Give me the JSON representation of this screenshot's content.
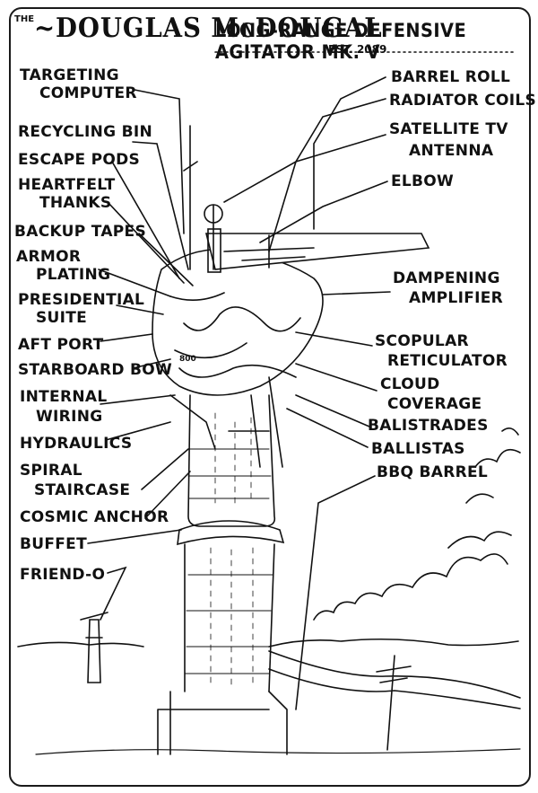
{
  "title": {
    "prefix": "THE",
    "name": "~DOUGLAS McDOUGAL",
    "subtitle": "LONG-RANGE DEFENSIVE AGITATOR MK. V",
    "est": "EST. 2089"
  },
  "left_labels": [
    {
      "id": "targeting",
      "text": "TARGETING"
    },
    {
      "id": "computer",
      "text": "COMPUTER"
    },
    {
      "id": "recycling",
      "text": "RECYCLING BIN"
    },
    {
      "id": "escape",
      "text": "ESCAPE PODS"
    },
    {
      "id": "heartfelt",
      "text": "HEARTFELT"
    },
    {
      "id": "thanks",
      "text": "THANKS"
    },
    {
      "id": "backup",
      "text": "BACKUP TAPES"
    },
    {
      "id": "armor",
      "text": "ARMOR"
    },
    {
      "id": "plating",
      "text": "PLATING"
    },
    {
      "id": "presidential",
      "text": "PRESIDENTIAL"
    },
    {
      "id": "suite",
      "text": "SUITE"
    },
    {
      "id": "aft",
      "text": "AFT PORT"
    },
    {
      "id": "starboard",
      "text": "STARBOARD BOW"
    },
    {
      "id": "internal",
      "text": "INTERNAL"
    },
    {
      "id": "wiring",
      "text": "WIRING"
    },
    {
      "id": "hydraulics",
      "text": "HYDRAULICS"
    },
    {
      "id": "spiral",
      "text": "SPIRAL"
    },
    {
      "id": "staircase",
      "text": "STAIRCASE"
    },
    {
      "id": "cosmic",
      "text": "COSMIC ANCHOR"
    },
    {
      "id": "buffet",
      "text": "BUFFET"
    },
    {
      "id": "friendo",
      "text": "FRIEND-O"
    }
  ],
  "right_labels": [
    {
      "id": "barrel",
      "text": "BARREL ROLL"
    },
    {
      "id": "radiator",
      "text": "RADIATOR COILS"
    },
    {
      "id": "satellite",
      "text": "SATELLITE TV"
    },
    {
      "id": "antenna",
      "text": "ANTENNA"
    },
    {
      "id": "elbow",
      "text": "ELBOW"
    },
    {
      "id": "dampening",
      "text": "DAMPENING"
    },
    {
      "id": "amplifier",
      "text": "AMPLIFIER"
    },
    {
      "id": "scopular",
      "text": "SCOPULAR"
    },
    {
      "id": "reticulator",
      "text": "RETICULATOR"
    },
    {
      "id": "cloud",
      "text": "CLOUD"
    },
    {
      "id": "coverage",
      "text": "COVERAGE"
    },
    {
      "id": "balistrades",
      "text": "BALISTRADES"
    },
    {
      "id": "ballistas",
      "text": "BALLISTAS"
    },
    {
      "id": "bbq",
      "text": "BBQ BARREL"
    }
  ],
  "tower_plate": "800",
  "colors": {
    "ink": "#111111",
    "paper": "#ffffff"
  }
}
